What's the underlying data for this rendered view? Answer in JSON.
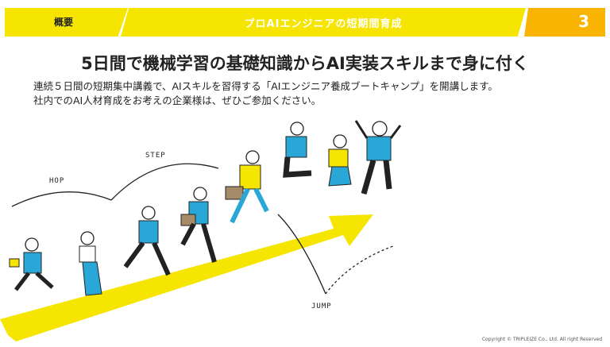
{
  "header": {
    "section_label": "概要",
    "title": "プロAIエンジニアの短期間育成",
    "page_number": "3"
  },
  "main": {
    "headline": "5日間で機械学習の基礎知識からAI実装スキルまで身に付く",
    "description_lines": [
      "連続５日間の短期集中講義で、AIスキルを習得する「AIエンジニア養成ブートキャンプ」を開講します。",
      "社内でのAI人材育成をお考えの企業様は、ぜひご参加ください。"
    ]
  },
  "illustration": {
    "labels": {
      "hop": "HOP",
      "step": "STEP",
      "jump": "JUMP"
    },
    "colors": {
      "arrow": "#f5e500",
      "blue": "#29a8d8",
      "yellow": "#f5e500",
      "dark": "#222222"
    }
  },
  "footer": {
    "copyright": "Copyright © TRIPLEIZE Co., Ltd.  All right Reserved"
  }
}
